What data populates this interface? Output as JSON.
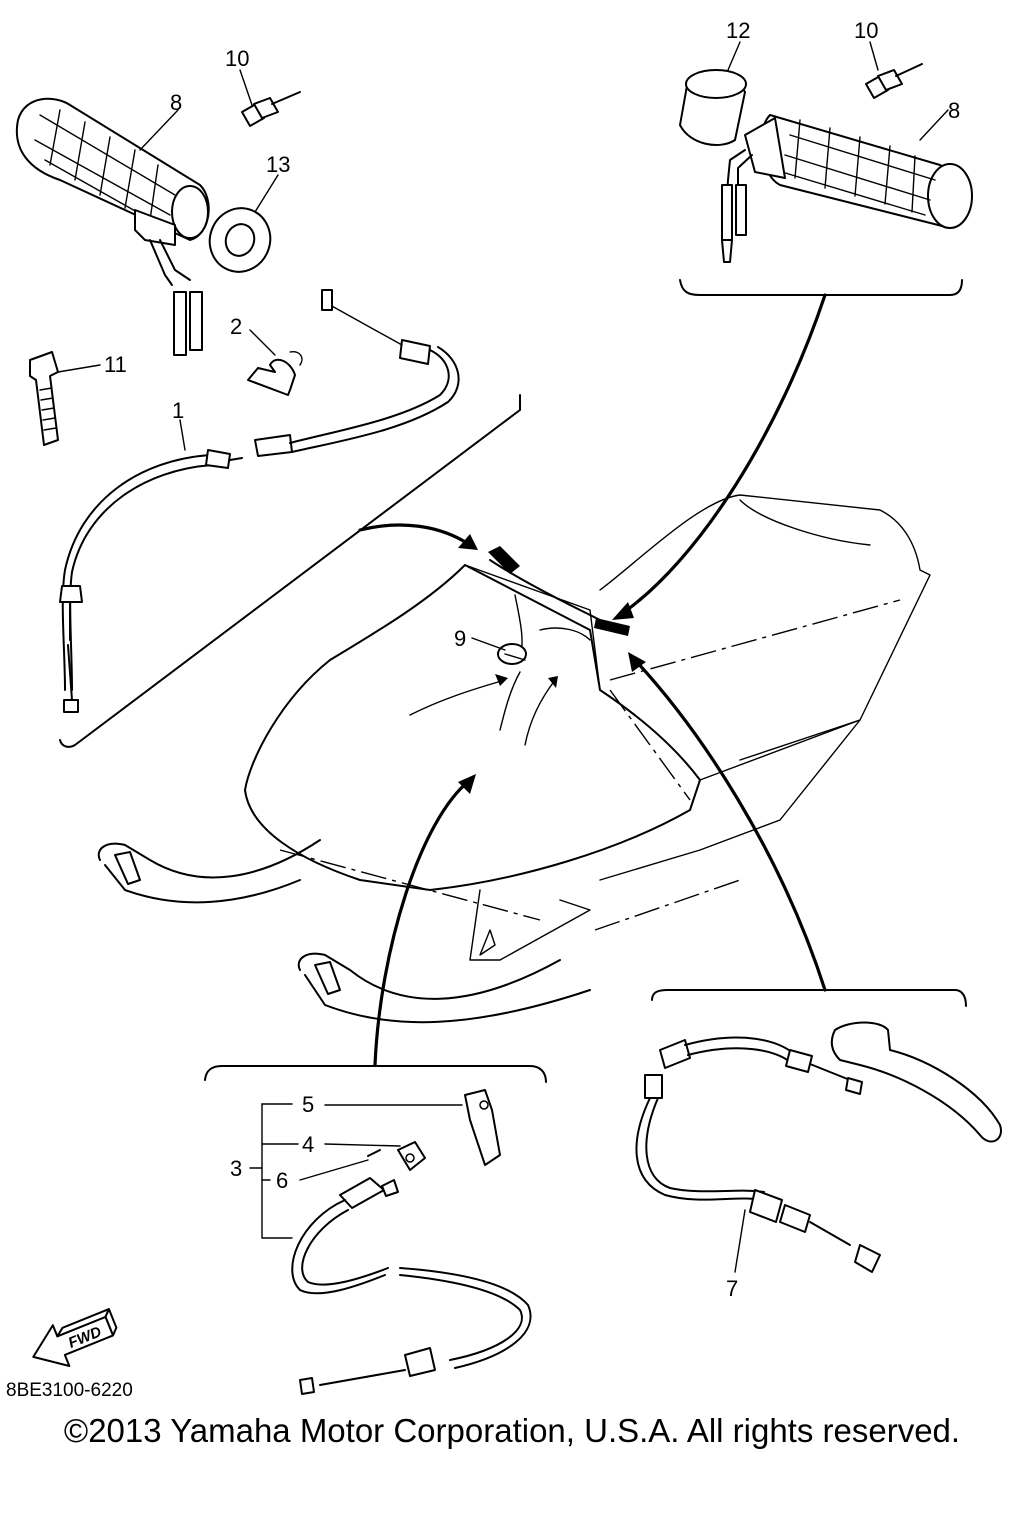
{
  "callouts": {
    "c1": "1",
    "c2": "2",
    "c3": "3",
    "c4": "4",
    "c5": "5",
    "c6": "6",
    "c7": "7",
    "c8a": "8",
    "c8b": "8",
    "c9": "9",
    "c10a": "10",
    "c10b": "10",
    "c11": "11",
    "c12": "12",
    "c13": "13"
  },
  "fwd_badge": "FWD",
  "document_code": "8BE3100-6220",
  "copyright": "©2013 Yamaha Motor Corporation, U.S.A. All rights reserved."
}
